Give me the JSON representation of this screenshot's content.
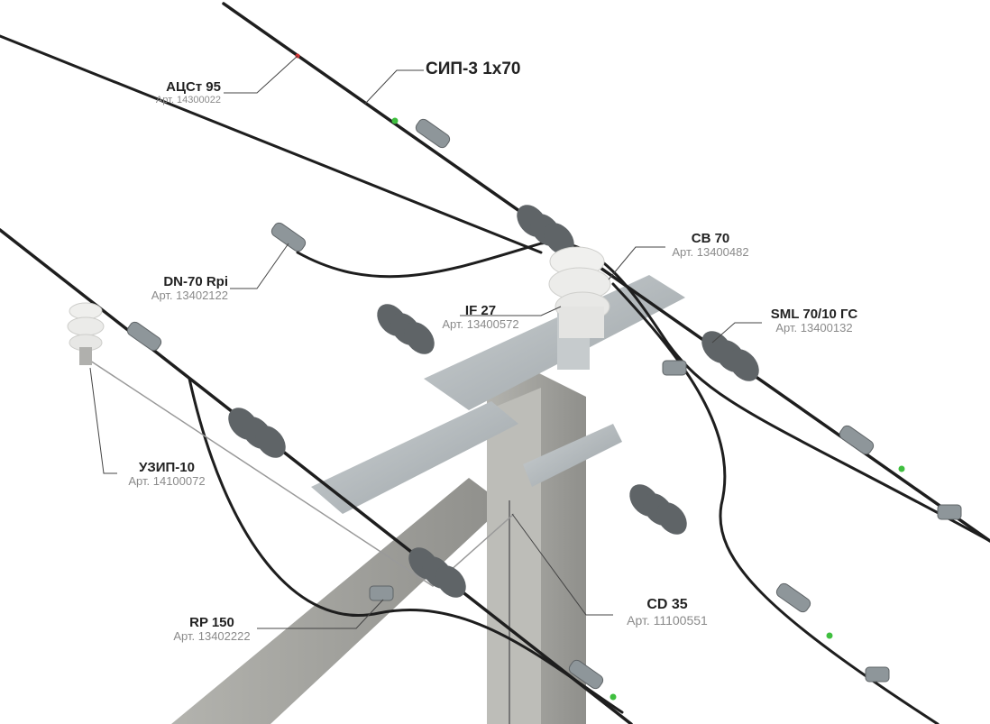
{
  "labels": {
    "sip3": {
      "name": "СИП-3 1x70"
    },
    "acst95": {
      "name": "АЦСт 95",
      "art": "Арт. 14300022"
    },
    "cb70": {
      "name": "CB 70",
      "art": "Арт. 13400482"
    },
    "dn70": {
      "name": "DN-70 Rpi",
      "art": "Арт. 13402122"
    },
    "if27": {
      "name": "IF 27",
      "art": "Арт. 13400572"
    },
    "sml70": {
      "name": "SML 70/10 ГС",
      "art": "Арт. 13400132"
    },
    "uzip10": {
      "name": "УЗИП-10",
      "art": "Арт. 14100072"
    },
    "rp150": {
      "name": "RP 150",
      "art": "Арт. 13402222"
    },
    "cd35": {
      "name": "CD 35",
      "art": "Арт. 11100551"
    }
  },
  "colors": {
    "cable": "#1e1e1e",
    "steel": "#b9bfc2",
    "steel_dark": "#8e969a",
    "concrete": "#a6a6a2",
    "concrete_dark": "#8c8c88",
    "porcelain": "#ececea",
    "accent_green": "#3fbf3f",
    "accent_red": "#d03030",
    "leader": "#444444"
  }
}
